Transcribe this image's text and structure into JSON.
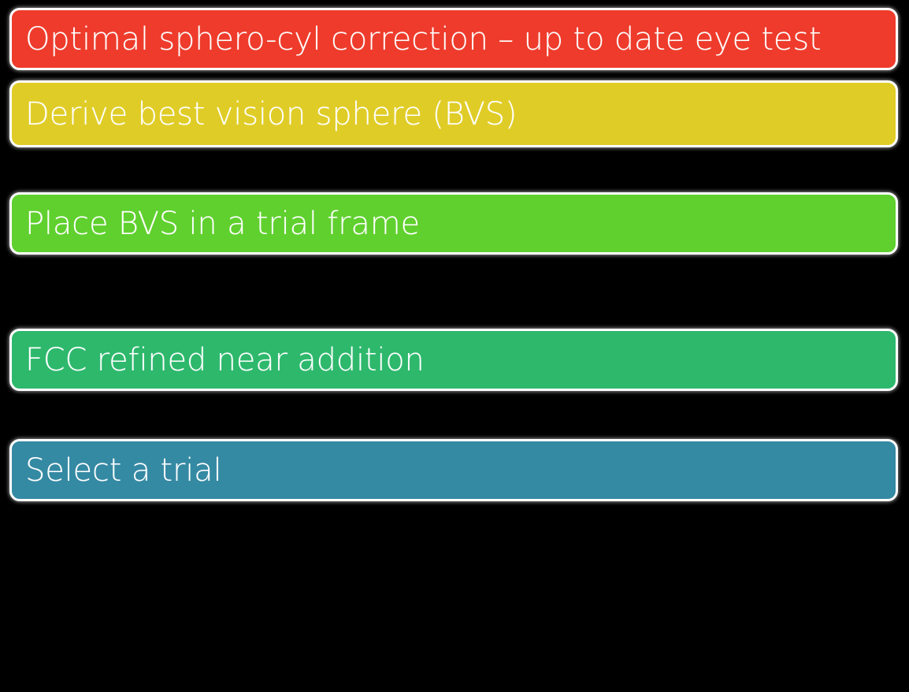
{
  "slide": {
    "background_color": "#000000",
    "title": "Optimal sphero-cyl correction – up to date eye test",
    "kind": "process-flow-steps"
  },
  "steps": [
    {
      "id": "step-optimal-sphero-cyl-correction",
      "label": "Optimal sphero-cyl correction – up to date eye test",
      "fill_color": "#EE3B2B",
      "text_color": "#FFFFFF",
      "outline_color": "#FFFFFF"
    },
    {
      "id": "step-derive-best-vision-sphere",
      "label": "Derive best vision sphere (BVS)",
      "fill_color": "#E0CC26",
      "text_color": "#FFFFFF",
      "outline_color": "#FFFFFF"
    },
    {
      "id": "step-place-bvs-in-trial-frame",
      "label": "Place BVS in a trial frame",
      "fill_color": "#5FD02D",
      "text_color": "#FFFFFF",
      "outline_color": "#FFFFFF"
    },
    {
      "id": "step-fcc-refined-near-addition",
      "label": "FCC refined near addition",
      "fill_color": "#2DB86C",
      "text_color": "#FFFFFF",
      "outline_color": "#FFFFFF"
    },
    {
      "id": "step-select-a-trial",
      "label": "Select a trial",
      "fill_color": "#3489A3",
      "text_color": "#FFFFFF",
      "outline_color": "#FFFFFF"
    }
  ]
}
